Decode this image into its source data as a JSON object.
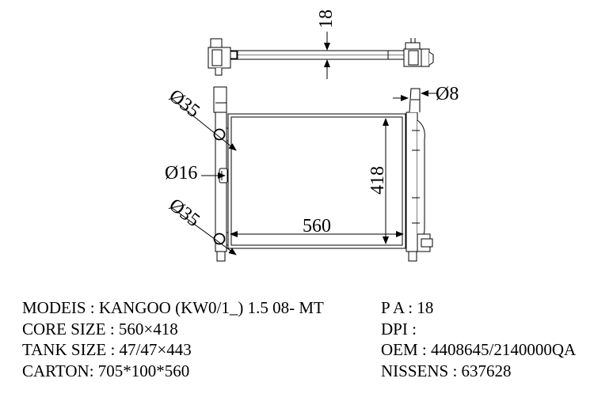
{
  "dimensions": {
    "pipe_offset": "18",
    "inlet_diameter": "Ø35",
    "filler_diameter": "Ø16",
    "outlet_diameter": "Ø35",
    "vent_diameter": "Ø8",
    "core_width": "560",
    "core_height": "418"
  },
  "specs": {
    "models": "MODEIS : KANGOO (KW0/1_) 1.5  08- MT",
    "core_size": "CORE SIZE : 560×418",
    "tank_size": "TANK SIZE : 47/47×443",
    "carton": "CARTON: 705*100*560",
    "pa": "P A : 18",
    "dpi": "DPI :",
    "oem": "OEM : 4408645/2140000QA",
    "nissens": "NISSENS : 637628"
  }
}
